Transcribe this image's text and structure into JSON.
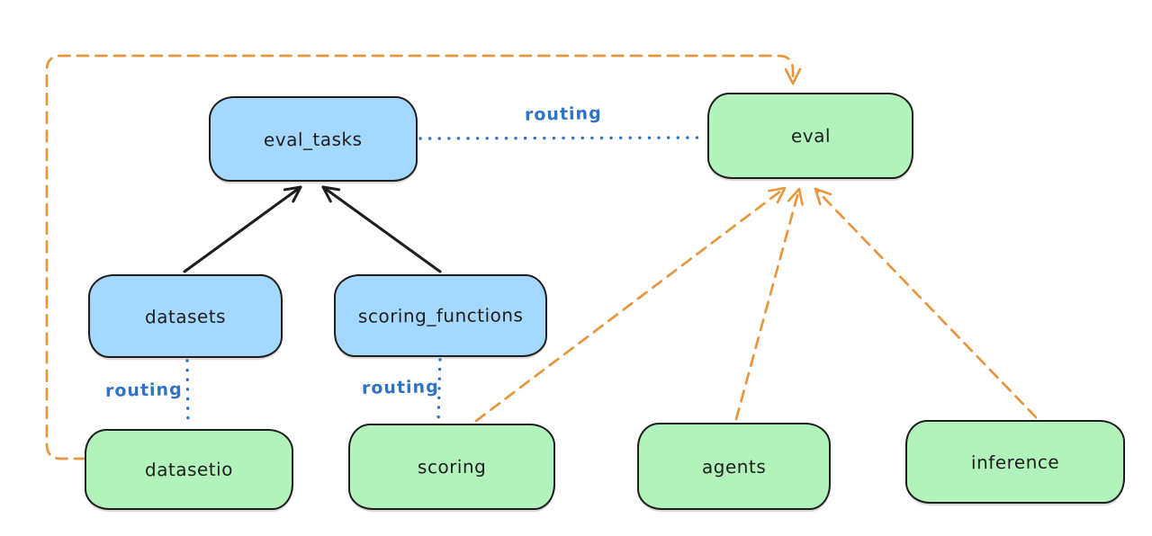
{
  "diagram": {
    "background": "#ffffff",
    "nodes": {
      "eval_tasks": {
        "label": "eval_tasks",
        "fill": "#a5d8ff"
      },
      "eval": {
        "label": "eval",
        "fill": "#b2f2bb"
      },
      "datasets": {
        "label": "datasets",
        "fill": "#a5d8ff"
      },
      "scoring_functions": {
        "label": "scoring_functions",
        "fill": "#a5d8ff"
      },
      "datasetio": {
        "label": "datasetio",
        "fill": "#b2f2bb"
      },
      "scoring": {
        "label": "scoring",
        "fill": "#b2f2bb"
      },
      "agents": {
        "label": "agents",
        "fill": "#b2f2bb"
      },
      "inference": {
        "label": "inference",
        "fill": "#b2f2bb"
      }
    },
    "edges": [
      {
        "from": "datasets",
        "to": "eval_tasks",
        "style": "solid",
        "arrow": true,
        "color": "#1e1e1e"
      },
      {
        "from": "scoring_functions",
        "to": "eval_tasks",
        "style": "solid",
        "arrow": true,
        "color": "#1e1e1e"
      },
      {
        "from": "eval_tasks",
        "to": "eval",
        "style": "dotted",
        "arrow": false,
        "color": "#2e73c6",
        "label": "routing"
      },
      {
        "from": "datasets",
        "to": "datasetio",
        "style": "dotted",
        "arrow": false,
        "color": "#2e73c6",
        "label": "routing"
      },
      {
        "from": "scoring_functions",
        "to": "scoring",
        "style": "dotted",
        "arrow": false,
        "color": "#2e73c6",
        "label": "routing"
      },
      {
        "from": "datasetio",
        "to": "eval",
        "style": "dashed",
        "arrow": true,
        "color": "#e8963d"
      },
      {
        "from": "scoring",
        "to": "eval",
        "style": "dashed",
        "arrow": true,
        "color": "#e8963d"
      },
      {
        "from": "agents",
        "to": "eval",
        "style": "dashed",
        "arrow": true,
        "color": "#e8963d"
      },
      {
        "from": "inference",
        "to": "eval",
        "style": "dashed",
        "arrow": true,
        "color": "#e8963d"
      }
    ],
    "colors": {
      "node_stroke": "#1e1e1e",
      "blue_fill": "#a5d8ff",
      "green_fill": "#b2f2bb",
      "routing_blue": "#2e73c6",
      "orange": "#e8963d"
    }
  }
}
